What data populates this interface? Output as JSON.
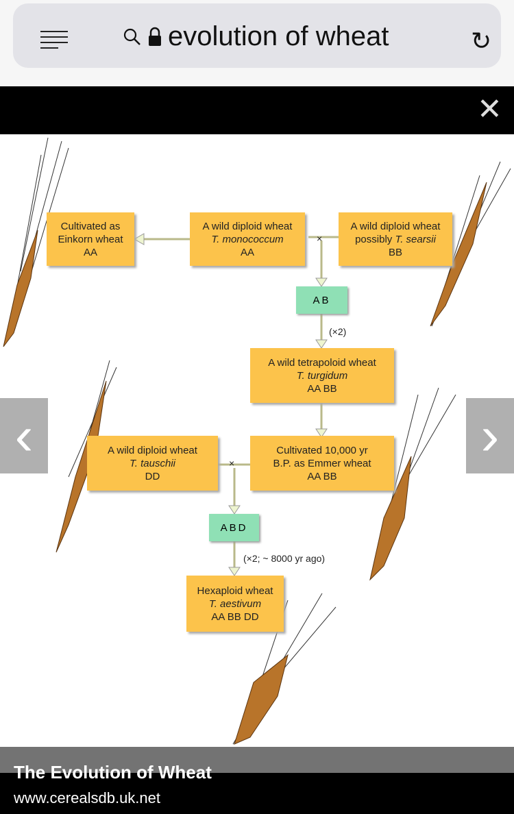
{
  "browser": {
    "query": "evolution of wheat"
  },
  "diagram": {
    "einkorn": [
      "Cultivated as",
      "Einkorn wheat",
      "AA"
    ],
    "monococcum": [
      "A wild diploid wheat",
      "T. monococcum",
      "AA"
    ],
    "searsii": [
      "A wild diploid wheat",
      "possibly ",
      "T. searsii",
      "BB"
    ],
    "ab": "AB",
    "x2": "(×2)",
    "turgidum": [
      "A wild tetrapoloid wheat",
      "T. turgidum",
      "AA BB"
    ],
    "tauschii": [
      "A wild diploid wheat",
      "T. tauschii",
      "DD"
    ],
    "emmer": [
      "Cultivated 10,000 yr",
      "B.P. as Emmer wheat",
      "AA BB"
    ],
    "cross": "×",
    "abd": "ABD",
    "x2b": "(×2; ~ 8000 yr ago)",
    "hexaploid": [
      "Hexaploid wheat",
      "T. aestivum",
      "AA BB DD"
    ]
  },
  "caption": {
    "title": "The Evolution of Wheat",
    "source": "www.cerealsdb.uk.net"
  }
}
